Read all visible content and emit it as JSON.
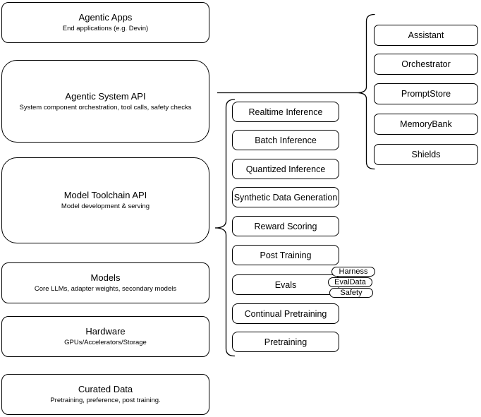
{
  "colors": {
    "stroke": "#000000",
    "fill": "#ffffff",
    "text": "#000000"
  },
  "stack": [
    {
      "title": "Agentic Apps",
      "subtitle": "End applications (e.g. Devin)"
    },
    {
      "title": "Agentic System API",
      "subtitle": "System component orchestration, tool calls, safety checks"
    },
    {
      "title": "Model Toolchain API",
      "subtitle": "Model development & serving"
    },
    {
      "title": "Models",
      "subtitle": "Core LLMs, adapter weights, secondary models"
    },
    {
      "title": "Hardware",
      "subtitle": "GPUs/Accelerators/Storage"
    },
    {
      "title": "Curated Data",
      "subtitle": "Pretraining, preference, post training."
    }
  ],
  "toolchain": {
    "items": [
      "Realtime Inference",
      "Batch Inference",
      "Quantized Inference",
      "Synthetic Data Generation",
      "Reward Scoring",
      "Post Training",
      "Evals",
      "Continual Pretraining",
      "Pretraining"
    ]
  },
  "evals": {
    "badges": [
      "Harness",
      "EvalData",
      "Safety"
    ]
  },
  "agentic_components": {
    "items": [
      "Assistant",
      "Orchestrator",
      "PromptStore",
      "MemoryBank",
      "Shields"
    ]
  }
}
